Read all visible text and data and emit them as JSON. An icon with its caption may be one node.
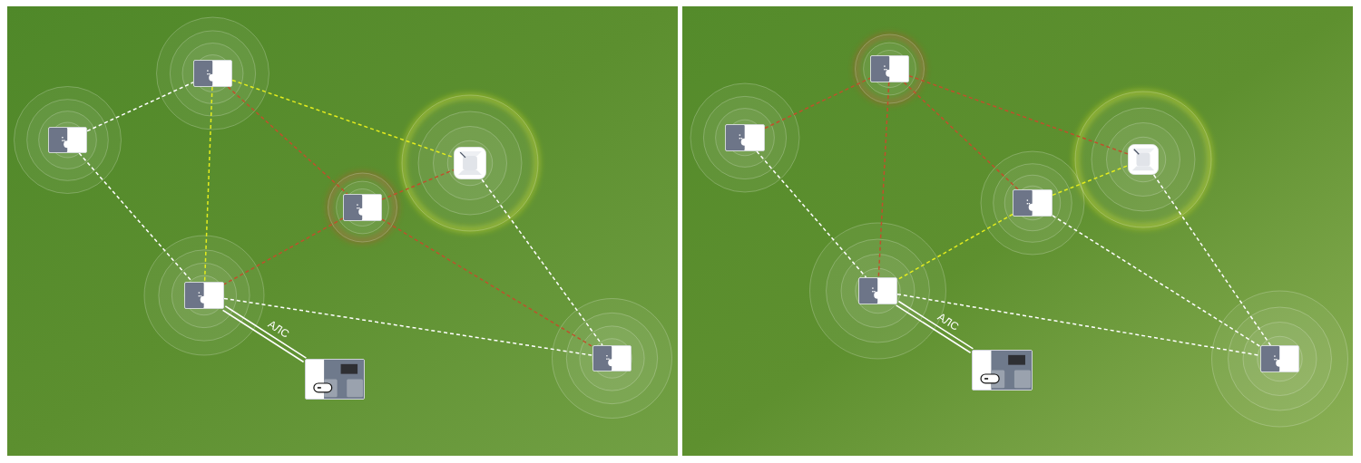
{
  "diagram": {
    "nodes": [
      {
        "text": [],
        "shape": "picture"
      },
      {
        "text": [],
        "shape": "picture"
      },
      {
        "text": [],
        "shape": "picture"
      },
      {
        "text": [],
        "shape": "picture"
      },
      {
        "text": [],
        "shape": "picture"
      },
      {
        "text": [],
        "shape": "picture"
      },
      {
        "text": [],
        "shape": "picture"
      },
      {
        "text": [],
        "shape": "picture"
      },
      {
        "text": [],
        "shape": "picture"
      },
      {
        "text": [],
        "shape": "picture"
      },
      {
        "text": [],
        "shape": "picture"
      },
      {
        "text": [],
        "shape": "picture"
      },
      {
        "text": [],
        "shape": "picture"
      },
      {
        "text": [],
        "shape": "picture"
      }
    ],
    "edges": [
      {
        "from": 1,
        "to": 0,
        "arrow": "none",
        "style": "dashed"
      },
      {
        "from": 0,
        "to": 2,
        "arrow": "none",
        "style": "dashed",
        "color": "#e3ec1e"
      },
      {
        "from": 0,
        "to": 4,
        "arrow": "none",
        "style": "dashed",
        "color": "#e3ec1e"
      },
      {
        "from": 0,
        "to": 3,
        "arrow": "none",
        "style": "dashed",
        "color": "#c0502c"
      },
      {
        "from": 1,
        "to": 4,
        "arrow": "none",
        "style": "dashed"
      },
      {
        "from": 3,
        "to": 2,
        "arrow": "none",
        "style": "dashed",
        "color": "#c0502c"
      },
      {
        "from": 3,
        "to": 4,
        "arrow": "none",
        "style": "dashed",
        "color": "#c0502c"
      },
      {
        "from": 3,
        "to": 6,
        "arrow": "none",
        "style": "dashed",
        "color": "#c0502c"
      },
      {
        "from": 2,
        "to": 6,
        "arrow": "none",
        "style": "dashed"
      },
      {
        "from": 4,
        "to": 6,
        "arrow": "none",
        "style": "dashed"
      },
      {
        "from": 4,
        "to": 5,
        "arrow": "none",
        "label": "АЛС"
      },
      {
        "from": 8,
        "to": 7,
        "arrow": "none",
        "style": "dashed",
        "color": "#c0502c"
      },
      {
        "from": 7,
        "to": 9,
        "arrow": "none",
        "style": "dashed",
        "color": "#c0502c"
      },
      {
        "from": 7,
        "to": 10,
        "arrow": "none",
        "style": "dashed",
        "color": "#c0502c"
      },
      {
        "from": 7,
        "to": 11,
        "arrow": "none",
        "style": "dashed",
        "color": "#c0502c"
      },
      {
        "from": 8,
        "to": 11,
        "arrow": "none",
        "style": "dashed"
      },
      {
        "from": 10,
        "to": 9,
        "arrow": "none",
        "style": "dashed",
        "color": "#e3ec1e"
      },
      {
        "from": 10,
        "to": 11,
        "arrow": "none",
        "style": "dashed",
        "color": "#e3ec1e"
      },
      {
        "from": 10,
        "to": 13,
        "arrow": "none",
        "style": "dashed"
      },
      {
        "from": 9,
        "to": 13,
        "arrow": "none",
        "style": "dashed"
      },
      {
        "from": 11,
        "to": 13,
        "arrow": "none",
        "style": "dashed"
      },
      {
        "from": 11,
        "to": 12,
        "arrow": "none",
        "label": "АЛС"
      }
    ]
  }
}
